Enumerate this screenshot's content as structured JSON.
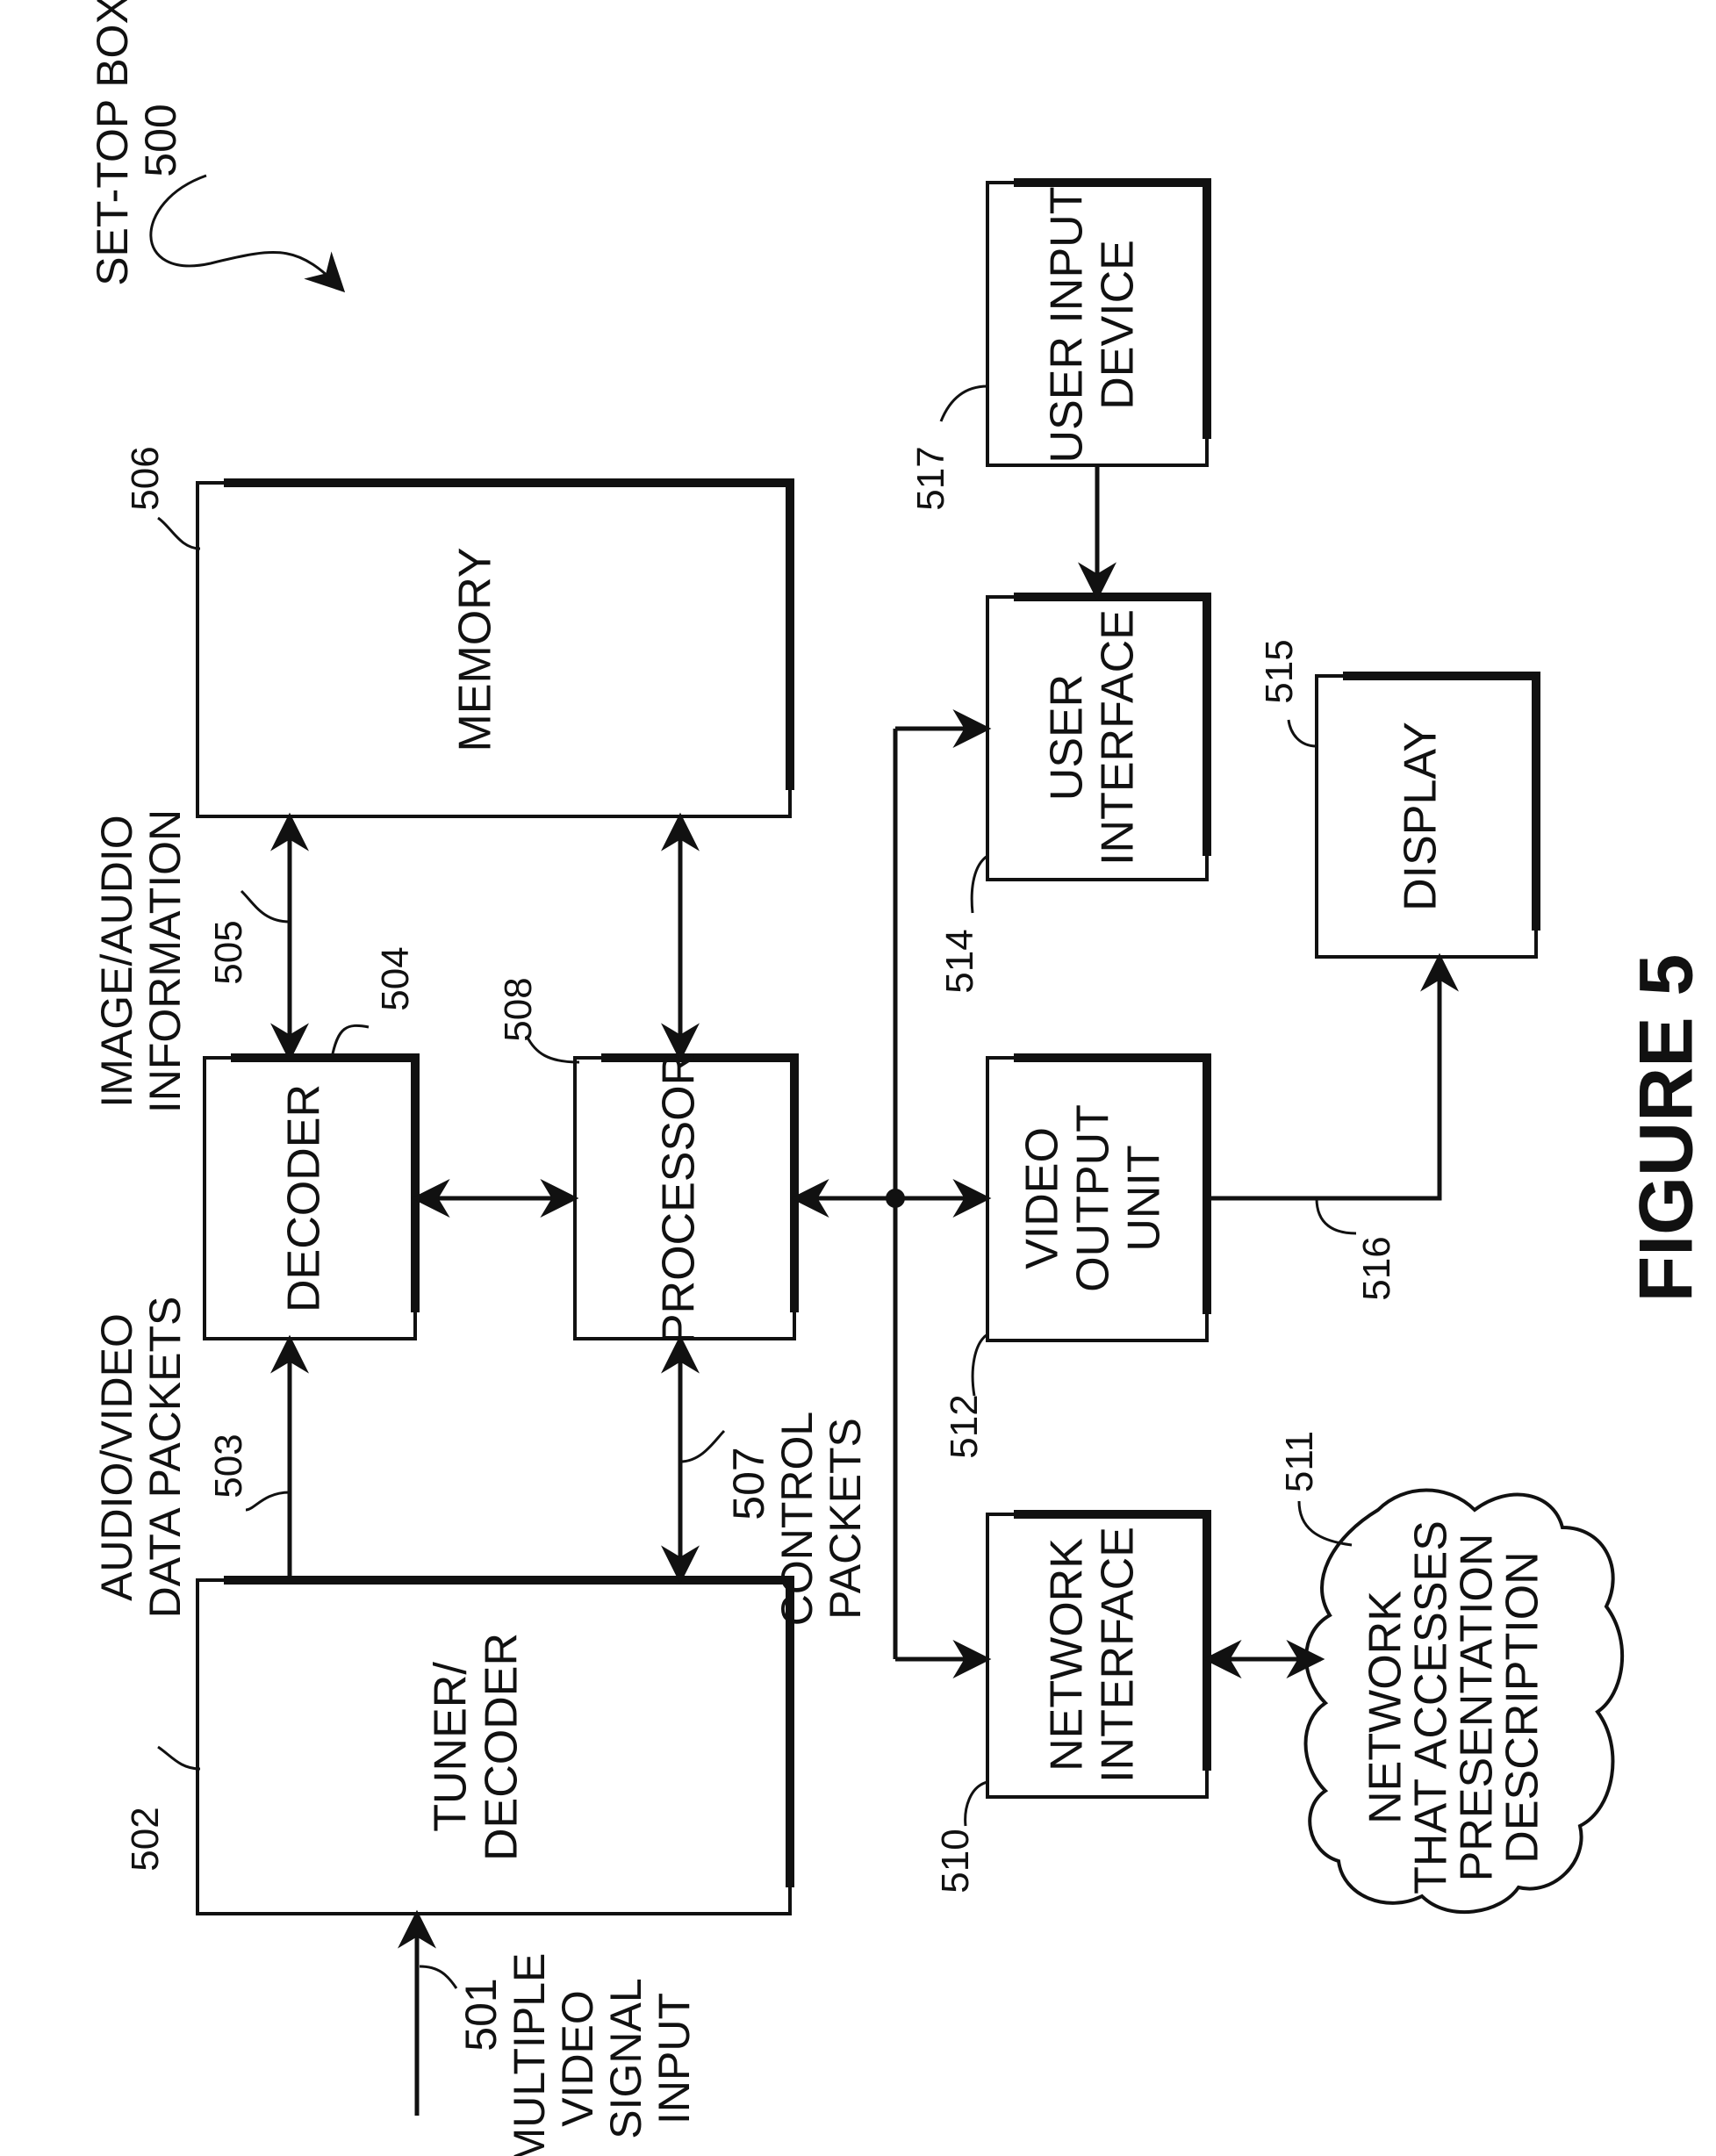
{
  "figure": {
    "title": "FIGURE 5",
    "device_label": "SET-TOP BOX",
    "device_ref": "500"
  },
  "blocks": {
    "tuner_decoder": {
      "ref": "502",
      "lines": [
        "TUNER/",
        "DECODER"
      ]
    },
    "decoder": {
      "ref": "504",
      "lines": [
        "DECODER"
      ]
    },
    "memory": {
      "ref": "506",
      "lines": [
        "MEMORY"
      ]
    },
    "processor": {
      "ref": "508",
      "lines": [
        "PROCESSOR"
      ]
    },
    "network_interface": {
      "ref": "510",
      "lines": [
        "NETWORK",
        "INTERFACE"
      ]
    },
    "network_cloud": {
      "ref": "511",
      "lines": [
        "NETWORK",
        "THAT ACCESSES",
        "PRESENTATION",
        "DESCRIPTION"
      ]
    },
    "video_output_unit": {
      "ref": "512",
      "lines": [
        "VIDEO",
        "OUTPUT",
        "UNIT"
      ]
    },
    "user_interface": {
      "ref": "514",
      "lines": [
        "USER",
        "INTERFACE"
      ]
    },
    "display": {
      "ref": "515",
      "lines": [
        "DISPLAY"
      ]
    },
    "user_input_device": {
      "ref": "517",
      "lines": [
        "USER INPUT",
        "DEVICE"
      ]
    }
  },
  "signals": {
    "video_input": {
      "ref": "501",
      "lines": [
        "MULTIPLE",
        "VIDEO",
        "SIGNAL",
        "INPUT"
      ]
    },
    "av_data_packets": {
      "ref": "503",
      "lines": [
        "AUDIO/VIDEO",
        "DATA PACKETS"
      ]
    },
    "image_audio_info": {
      "ref": "505",
      "lines": [
        "IMAGE/AUDIO",
        "INFORMATION"
      ]
    },
    "control_packets": {
      "ref": "507",
      "lines": [
        "CONTROL",
        "PACKETS"
      ]
    },
    "display_link": {
      "ref": "516"
    }
  }
}
